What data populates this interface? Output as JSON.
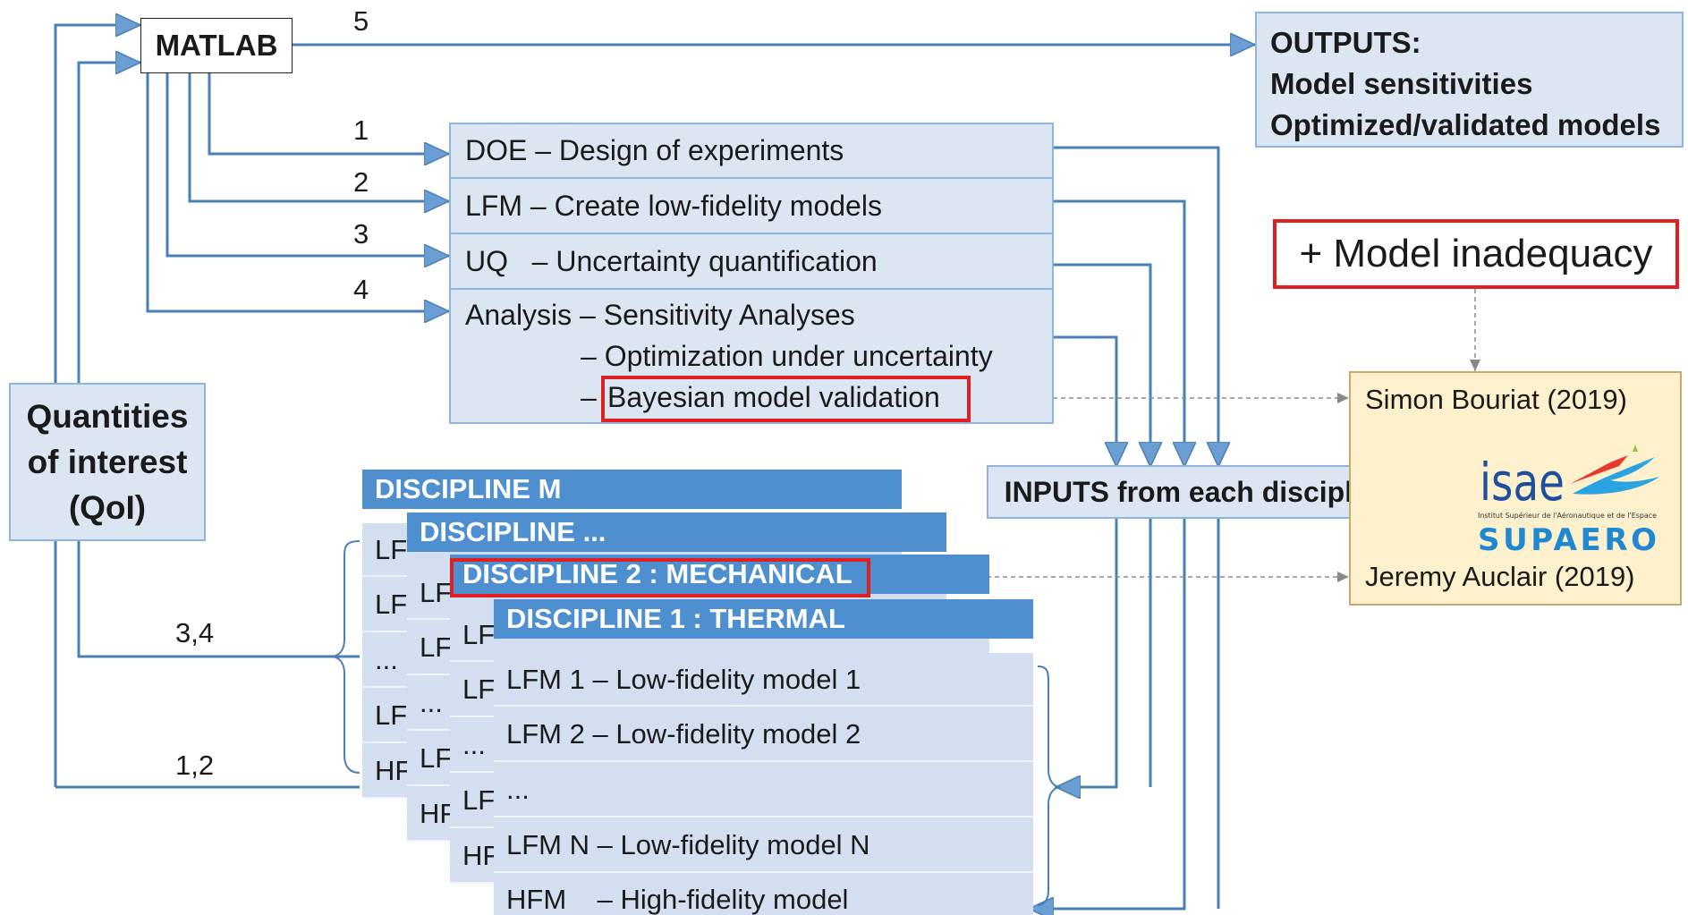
{
  "matlab_label": "MATLAB",
  "edge_labels": {
    "e5": "5",
    "e1": "1",
    "e2": "2",
    "e3": "3",
    "e4": "4",
    "e34": "3,4",
    "e12": "1,2"
  },
  "outputs": {
    "line1": "OUTPUTS:",
    "line2": "Model sensitivities",
    "line3": "Optimized/validated models"
  },
  "methods": {
    "doe": "DOE – Design of experiments",
    "lfm": "LFM – Create low-fidelity models",
    "uq": "UQ   – Uncertainty quantification",
    "analysis": "Analysis – Sensitivity Analyses",
    "optimization": "– Optimization under uncertainty",
    "bayes_dash": "–",
    "bayes": "Bayesian model validation"
  },
  "qoi": {
    "line1": "Quantities",
    "line2": "of interest",
    "line3": "(QoI)"
  },
  "inputs_label": "INPUTS from each discipline",
  "inadequacy_label": "+ Model inadequacy",
  "references": {
    "ref1": "Simon Bouriat (2019)",
    "ref2": "Jeremy Auclair (2019)"
  },
  "logo": {
    "top": "isae",
    "tagline": "Institut Supérieur de l'Aéronautique et de l'Espace",
    "bottom": "SUPAERO"
  },
  "disciplines": {
    "m": {
      "title": "DISCIPLINE M",
      "rows": [
        "LF",
        "LF",
        "...",
        "LF",
        "HF"
      ]
    },
    "dots": {
      "title": "DISCIPLINE ...",
      "rows": [
        "LF",
        "LF",
        "...",
        "LF",
        "HF"
      ]
    },
    "two": {
      "title": "DISCIPLINE 2 :  MECHANICAL",
      "rows": [
        "LF",
        "LF",
        "...",
        "LF",
        "HF"
      ]
    },
    "one": {
      "title": "DISCIPLINE 1 :  THERMAL",
      "rows": [
        "LFM 1 – Low-fidelity model 1",
        "LFM 2 – Low-fidelity model 2",
        "...",
        "LFM N – Low-fidelity model N",
        "HFM    – High-fidelity model"
      ]
    }
  },
  "colors": {
    "line": "#4a7fb5",
    "box_fill": "#dce6f2",
    "header": "#4e8fcf",
    "highlight": "#e02020",
    "ref_fill": "#fdf0cc"
  }
}
